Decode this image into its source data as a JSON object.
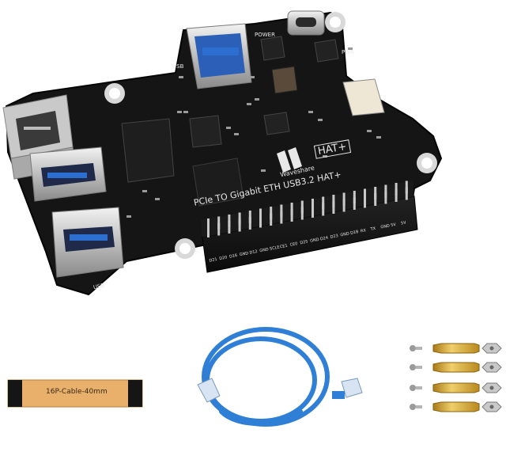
{
  "board": {
    "brand": "Waveshare",
    "hat_label": "HAT+",
    "silk_title": "PCIe TO Gigabit ETH USB3.2 HAT+",
    "power_label": "POWER",
    "pwr_label": "PWR",
    "usb_top_label": "USB",
    "usb_bottom_label": "USB",
    "pin_labels": [
      "D21",
      "D20",
      "D16",
      "GND",
      "D12",
      "GND",
      "SCLE",
      "CE1",
      "CE0",
      "D25",
      "GND",
      "D24",
      "D23",
      "GND",
      "D18",
      "RX",
      "TX",
      "GND",
      "5V",
      "5V"
    ]
  },
  "accessories": {
    "ffc_label": "16P-Cable-40mm"
  },
  "colors": {
    "pcb": "#141414",
    "silkscreen": "#e8e8e8",
    "usb_blue": "#2d6fd1",
    "ethernet_cable": "#2f7fd6",
    "ffc_orange": "#e8b06a",
    "brass": "#d4a83a"
  }
}
